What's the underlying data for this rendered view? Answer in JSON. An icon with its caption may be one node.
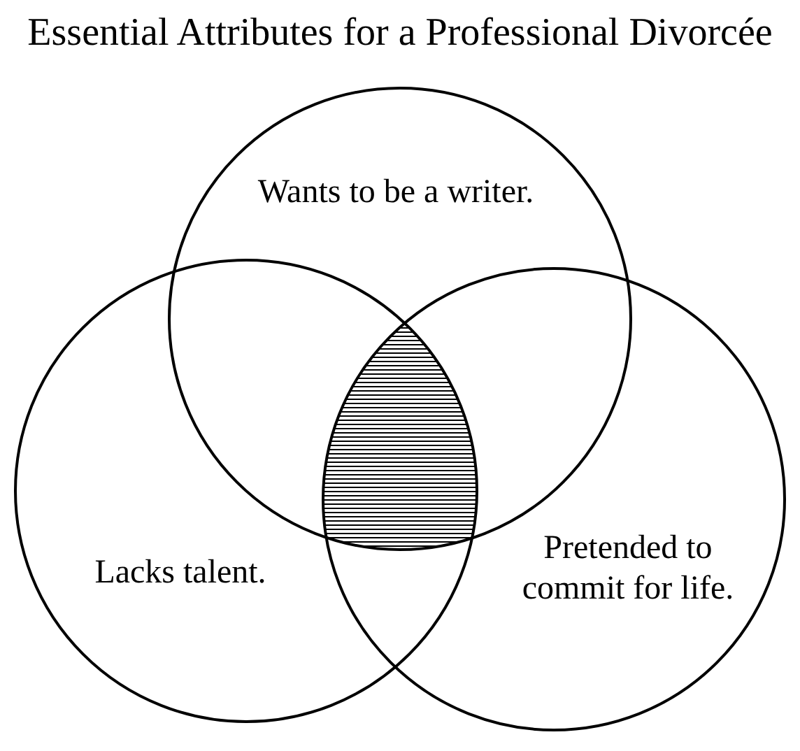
{
  "diagram": {
    "title": "Essential Attributes for a Professional Divorcée",
    "nodes": [
      {
        "text": [
          "Wants to be a writer."
        ]
      },
      {
        "text": [
          "Lacks talent."
        ]
      },
      {
        "text": [
          "Pretended to commit for life."
        ]
      },
      {
        "text": [],
        "shape": "region"
      }
    ]
  }
}
